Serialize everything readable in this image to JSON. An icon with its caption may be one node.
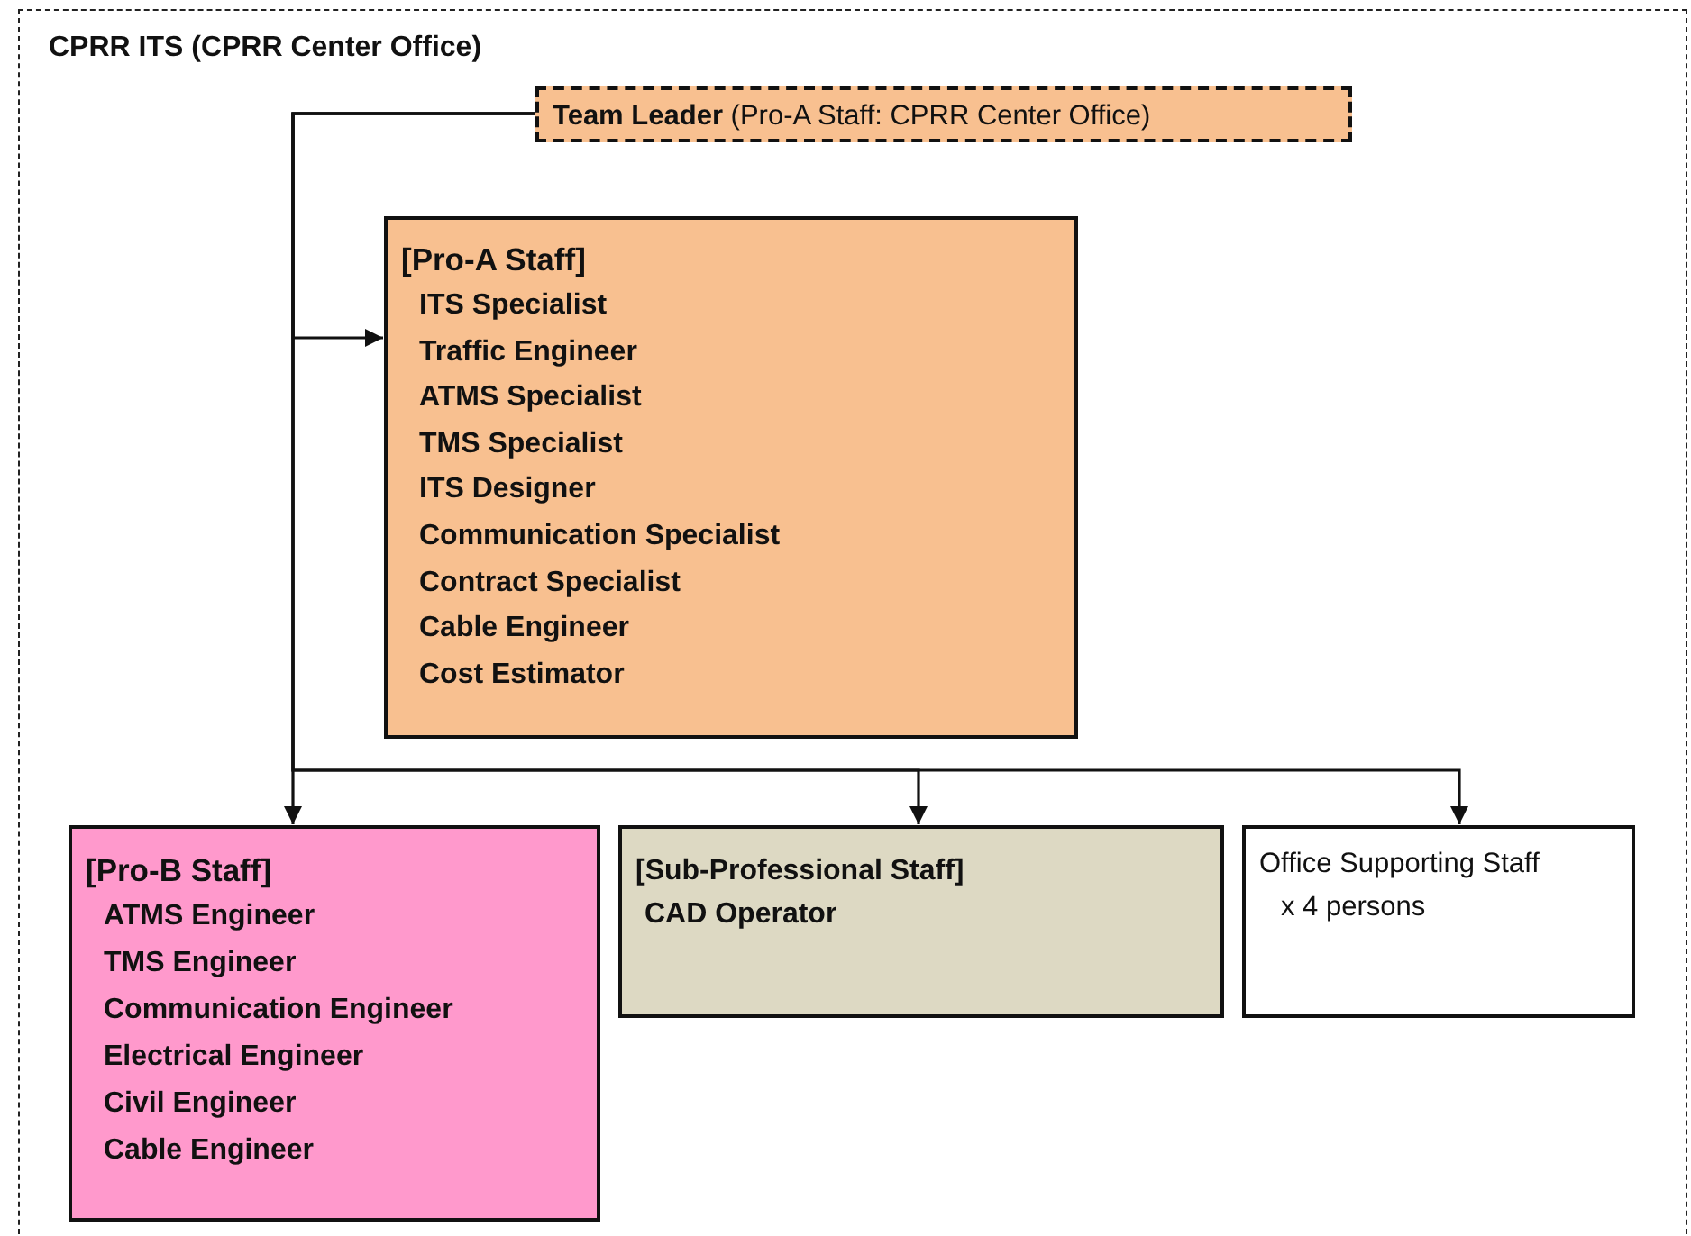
{
  "diagram": {
    "nodes": [
      {
        "text": [
          "CPRR ITS (CPRR Center Office)"
        ]
      },
      {
        "text": [
          "**Team Leader** (Pro-A Staff: CPRR Center Office)"
        ],
        "in": 0
      },
      {
        "text": [
          "[Pro-A Staff]",
          "ITS Specialist",
          "Traffic Engineer",
          "ATMS Specialist",
          "TMS Specialist",
          "ITS Designer",
          "Communication Specialist",
          "Contract Specialist",
          "Cable Engineer",
          "Cost Estimator"
        ],
        "in": 0
      },
      {
        "text": [
          "[Pro-B Staff]",
          "ATMS Engineer",
          "TMS Engineer",
          "Communication Engineer",
          "Electrical Engineer",
          "Civil Engineer",
          "Cable Engineer"
        ],
        "in": 0
      },
      {
        "text": [
          "[Sub-Professional Staff]",
          "CAD Operator"
        ],
        "in": 0
      },
      {
        "text": [
          "Office Supporting Staff",
          "x 4 persons"
        ],
        "in": 0
      }
    ],
    "edges": [
      {
        "from": 1,
        "to": 2,
        "arrow": "to"
      },
      {
        "from": 1,
        "to": 3,
        "arrow": "to"
      },
      {
        "from": 1,
        "to": 4,
        "arrow": "to"
      },
      {
        "from": 1,
        "to": 5,
        "arrow": "to"
      }
    ]
  }
}
